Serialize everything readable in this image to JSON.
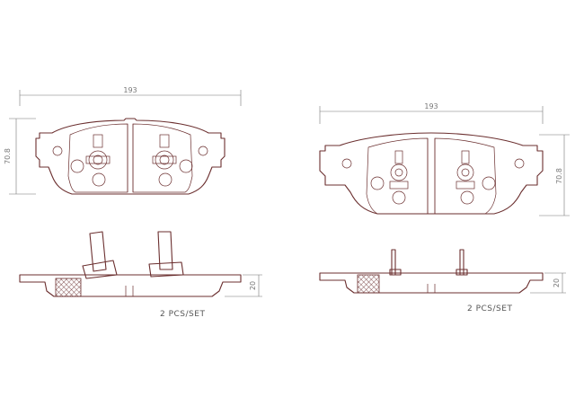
{
  "left_pad": {
    "width_label": "193",
    "height_label": "70.8",
    "thickness_label": "20",
    "set_label": "2  PCS/SET"
  },
  "right_pad": {
    "width_label": "193",
    "height_label": "70.8",
    "thickness_label": "20",
    "set_label": "2  PCS/SET"
  },
  "colors": {
    "outline": "#6b2f2f",
    "dimension": "#777777"
  }
}
